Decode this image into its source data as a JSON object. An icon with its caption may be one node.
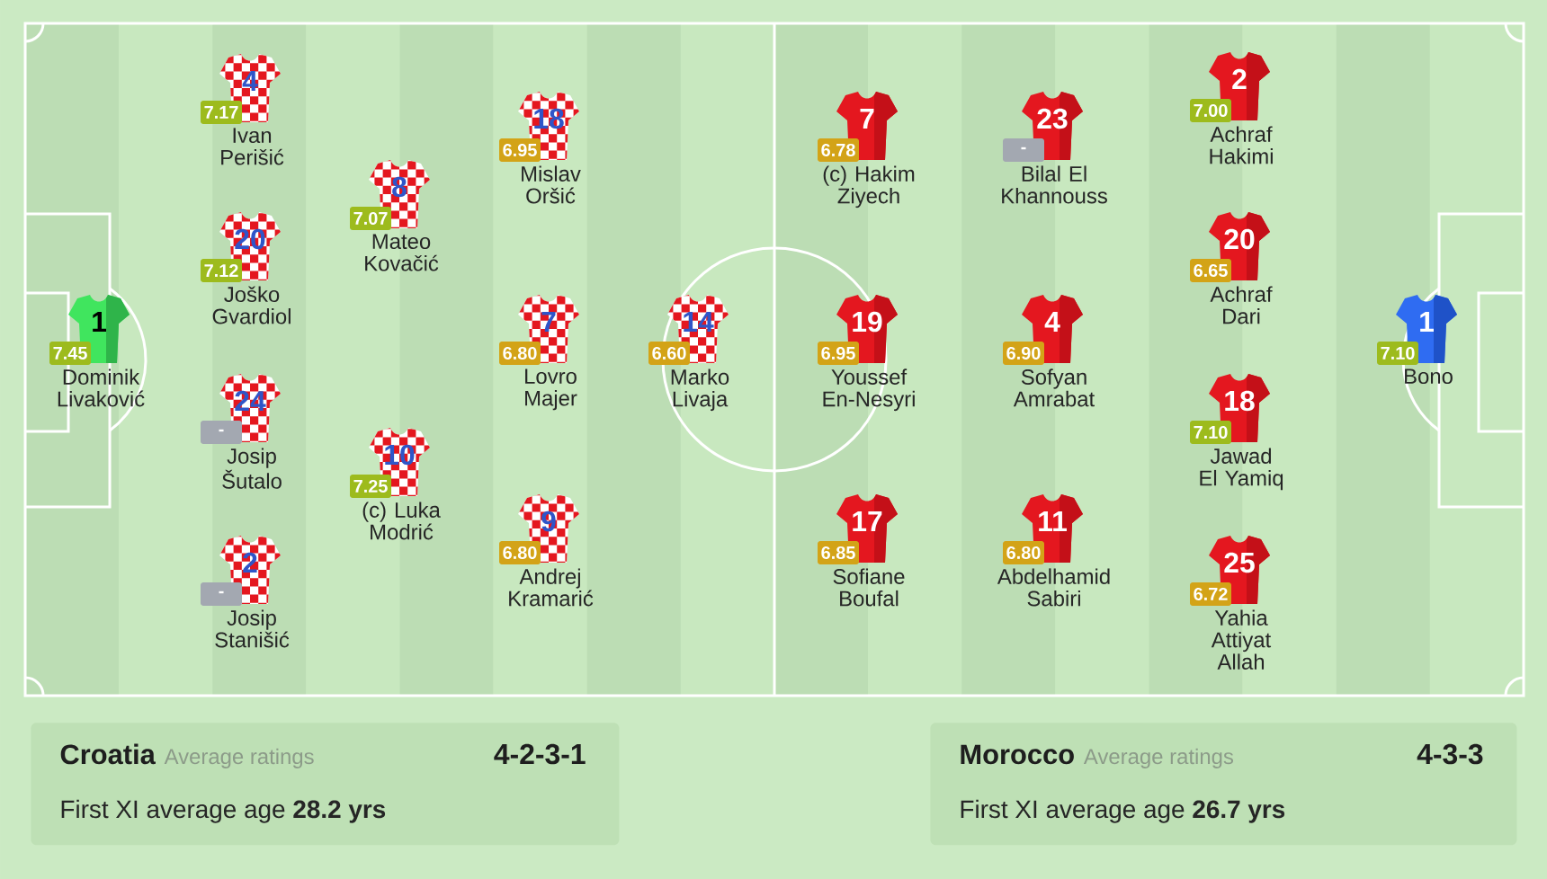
{
  "diagram": {
    "nodes": [
      {
        "text": [
          "1"
        ],
        "beside": [
          "Dominik Livaković"
        ]
      },
      {
        "text": [
          "7.45"
        ]
      },
      {
        "text": [
          "4"
        ],
        "beside": [
          "Ivan Perišić"
        ]
      },
      {
        "text": [
          "7.17"
        ]
      },
      {
        "text": [
          "20"
        ],
        "beside": [
          "Joško Gvardiol"
        ]
      },
      {
        "text": [
          "7.12"
        ]
      },
      {
        "text": [
          "24"
        ],
        "beside": [
          "Josip Šutalo"
        ]
      },
      {
        "text": [
          "-"
        ]
      },
      {
        "text": [
          "2"
        ],
        "beside": [
          "Josip Stanišić"
        ]
      },
      {
        "text": [
          "-"
        ]
      },
      {
        "text": [
          "8"
        ],
        "beside": [
          "Mateo Kovačić"
        ]
      },
      {
        "text": [
          "7.07"
        ]
      },
      {
        "text": [
          "10"
        ],
        "beside": [
          "(c) Luka Modrić"
        ]
      },
      {
        "text": [
          "7.25"
        ]
      },
      {
        "text": [
          "18"
        ],
        "beside": [
          "Mislav Oršić"
        ]
      },
      {
        "text": [
          "6.95"
        ]
      },
      {
        "text": [
          "7"
        ],
        "beside": [
          "Lovro Majer"
        ]
      },
      {
        "text": [
          "6.80"
        ]
      },
      {
        "text": [
          "9"
        ],
        "beside": [
          "Andrej Kramarić"
        ]
      },
      {
        "text": [
          "6.80"
        ]
      },
      {
        "text": [
          "14"
        ],
        "beside": [
          "Marko Livaja"
        ]
      },
      {
        "text": [
          "6.60"
        ]
      },
      {
        "text": [
          "7"
        ],
        "beside": [
          "(c) Hakim Ziyech"
        ]
      },
      {
        "text": [
          "6.78"
        ]
      },
      {
        "text": [
          "19"
        ],
        "beside": [
          "Youssef En-Nesyri"
        ]
      },
      {
        "text": [
          "6.95"
        ]
      },
      {
        "text": [
          "17"
        ],
        "beside": [
          "Sofiane Boufal"
        ]
      },
      {
        "text": [
          "6.85"
        ]
      },
      {
        "text": [
          "23"
        ],
        "beside": [
          "Bilal El Khannouss"
        ]
      },
      {
        "text": [
          "-"
        ]
      },
      {
        "text": [
          "4"
        ],
        "beside": [
          "Sofyan Amrabat"
        ]
      },
      {
        "text": [
          "6.90"
        ]
      },
      {
        "text": [
          "11"
        ],
        "beside": [
          "Abdelhamid Sabiri"
        ]
      },
      {
        "text": [
          "6.80"
        ]
      },
      {
        "text": [
          "2"
        ],
        "beside": [
          "Achraf Hakimi"
        ]
      },
      {
        "text": [
          "7.00"
        ]
      },
      {
        "text": [
          "20"
        ],
        "beside": [
          "Achraf Dari"
        ]
      },
      {
        "text": [
          "6.65"
        ]
      },
      {
        "text": [
          "18"
        ],
        "beside": [
          "Jawad El Yamiq"
        ]
      },
      {
        "text": [
          "7.10"
        ]
      },
      {
        "text": [
          "25"
        ],
        "beside": [
          "Yahia Attiyat Allah"
        ]
      },
      {
        "text": [
          "6.72"
        ]
      },
      {
        "text": [
          "1"
        ],
        "beside": [
          "Bono"
        ]
      },
      {
        "text": [
          "7.10"
        ]
      },
      {
        "text": [
          "Croatia",
          "Average ratings",
          "4-2-3-1",
          "First XI average age **28.2 yrs**"
        ]
      },
      {
        "text": [
          "Morocco",
          "Average ratings",
          "4-3-3",
          "First XI average age **26.7 yrs**"
        ]
      }
    ]
  }
}
